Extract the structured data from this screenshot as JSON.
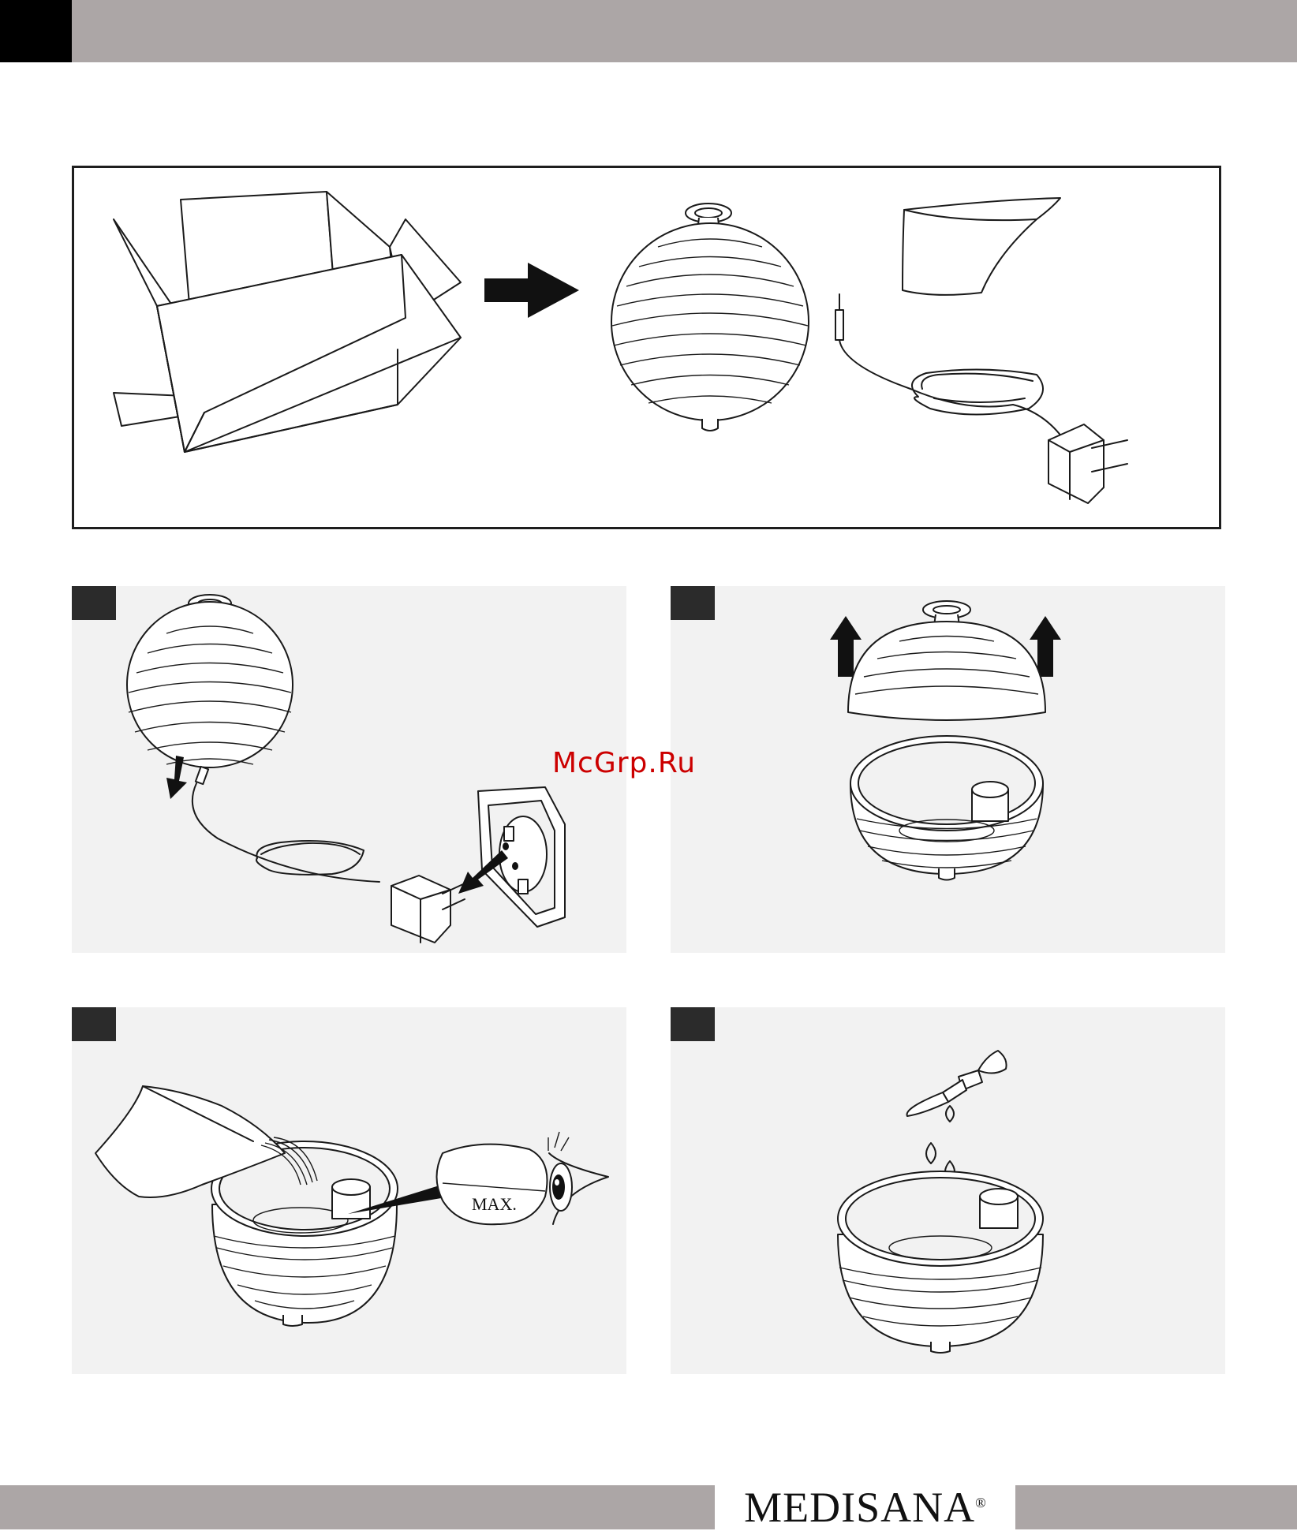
{
  "watermark": "McGrp.Ru",
  "brand": {
    "name": "MEDISANA",
    "mark": "®"
  },
  "steps": [
    {
      "id": "connect-power"
    },
    {
      "id": "lift-cover"
    },
    {
      "id": "fill-water",
      "max_label": "MAX."
    },
    {
      "id": "add-oil"
    }
  ]
}
